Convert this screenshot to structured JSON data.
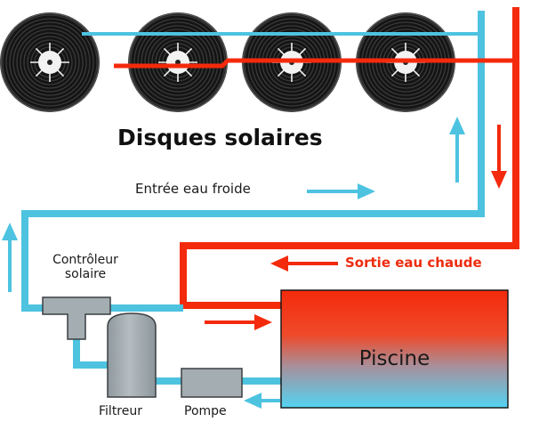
{
  "labels": {
    "title": "Disques solaires",
    "cold_inlet": "Entrée eau froide",
    "hot_outlet": "Sortie eau chaude",
    "controller_line1": "Contrôleur",
    "controller_line2": "solaire",
    "pool": "Piscine",
    "filter": "Filtreur",
    "pump": "Pompe"
  },
  "colors": {
    "cold_pipe": "#4dc3e0",
    "hot_pipe": "#f42a0c",
    "equipment": "#a4adb1",
    "pool_top": "#f42a0c",
    "pool_bottom": "#52d4f2",
    "collector": "#1a1a1a"
  },
  "icons": {
    "collectors": "solar-disc-icon",
    "flow": "arrow-icon"
  }
}
